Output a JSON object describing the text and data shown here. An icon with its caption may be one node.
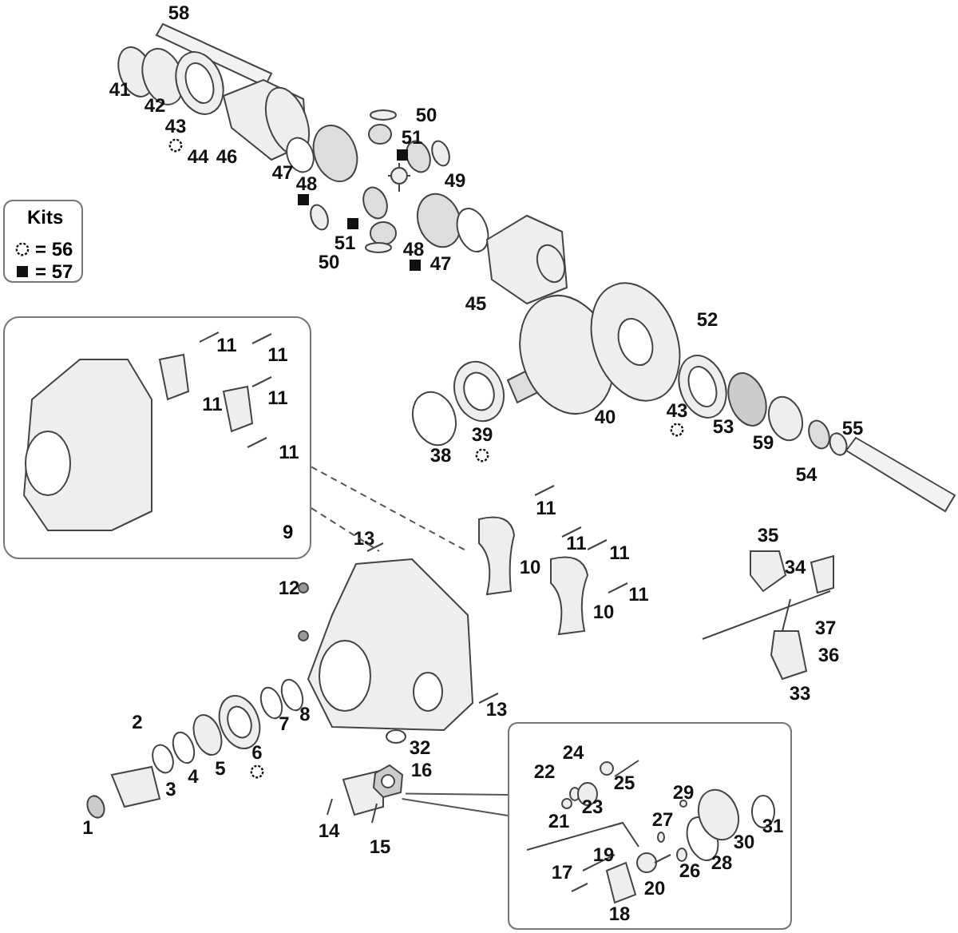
{
  "diagram": {
    "nodes": [
      {
        "text": [
          "Kits"
        ]
      },
      {
        "text": [
          "9"
        ]
      },
      {
        "text": [],
        "shape": "picture"
      },
      {
        "text": [],
        "shape": "box"
      },
      {
        "text": [],
        "shape": "picture"
      }
    ],
    "edges": [
      {
        "from": 1,
        "to": 2,
        "arrow": "none",
        "style": "dashed"
      },
      {
        "from": 1,
        "to": 2,
        "arrow": "none",
        "style": "dashed"
      },
      {
        "from": 4,
        "to": 3,
        "arrow": "none"
      },
      {
        "from": 4,
        "to": 3,
        "arrow": "none"
      }
    ],
    "labels": [
      "58",
      "41",
      "42",
      "50",
      "43",
      "51",
      "44",
      "46",
      "47",
      "49",
      "48",
      "51",
      "48",
      "50",
      "47",
      "45",
      "52",
      "11",
      "11",
      "11",
      "11",
      "43",
      "40",
      "53",
      "55",
      "39",
      "59",
      "11",
      "38",
      "54",
      "11",
      "35",
      "13",
      "11",
      "11",
      "10",
      "34",
      "12",
      "11",
      "10",
      "37",
      "36",
      "33",
      "13",
      "8",
      "2",
      "7",
      "32",
      "6",
      "24",
      "5",
      "22",
      "16",
      "4",
      "25",
      "3",
      "29",
      "23",
      "27",
      "21",
      "31",
      "1",
      "14",
      "30",
      "15",
      "19",
      "28",
      "26",
      "17",
      "20",
      "18"
    ],
    "legend": [
      {
        "text": "= 56"
      },
      {
        "text": "= 57"
      }
    ]
  }
}
